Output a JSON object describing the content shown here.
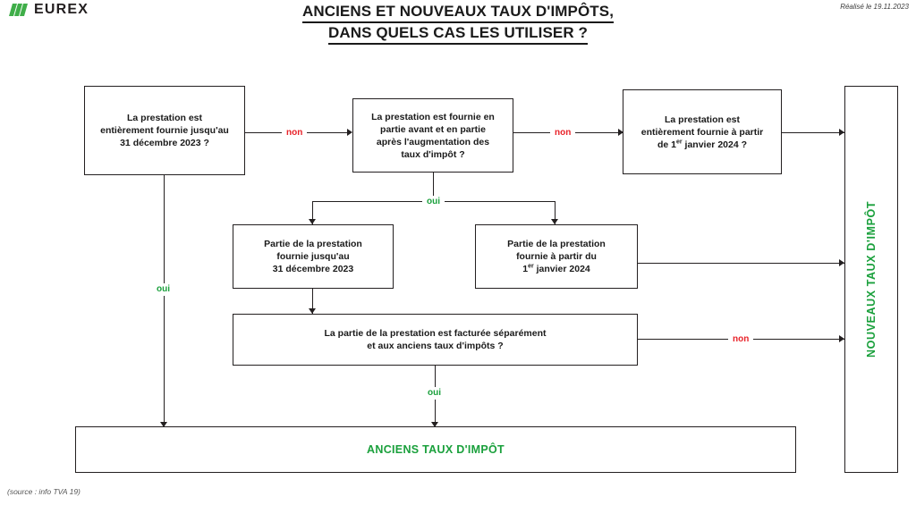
{
  "header": {
    "brand": "EUREX",
    "logo_icon": "eurex-slashes-logo",
    "title_line1": "ANCIENS ET NOUVEAUX TAUX D'IMPÔTS,",
    "title_line2": "DANS QUELS CAS LES UTILISER ?",
    "date_stamp": "Réalisé le 19.11.2023"
  },
  "footer": {
    "source": "(source : info TVA 19)"
  },
  "colors": {
    "green": "#1aa03c",
    "red": "#e8232a",
    "ink": "#231f20"
  },
  "nodes": {
    "q1": {
      "line1": "La prestation est",
      "line2": "entièrement fournie jusqu'au",
      "line3": "31 décembre 2023 ?"
    },
    "q2": {
      "line1": "La prestation est fournie en",
      "line2": "partie avant et en partie",
      "line3": "après l'augmentation des",
      "line4": "taux d'impôt ?"
    },
    "q3": {
      "line1": "La prestation est",
      "line2": "entièrement fournie à partir",
      "line3_pre": "de 1",
      "line3_sup": "er",
      "line3_post": " janvier 2024 ?"
    },
    "part_old": {
      "line1": "Partie de la prestation",
      "line2": "fournie jusqu'au",
      "line3": "31 décembre 2023"
    },
    "part_new": {
      "line1": "Partie de la prestation",
      "line2": "fournie à partir du",
      "line3_pre": "1",
      "line3_sup": "er",
      "line3_post": " janvier 2024"
    },
    "q4": {
      "line1": "La partie de la prestation est facturée séparément",
      "line2": "et aux anciens taux d'impôts ?"
    },
    "result_old": {
      "label": "ANCIENS TAUX D'IMPÔT"
    },
    "result_new": {
      "label": "NOUVEAUX TAUX D'IMPÔT"
    }
  },
  "edges": {
    "q1_to_q2_label": "non",
    "q2_to_q3_label": "non",
    "q1_yes_label": "oui",
    "q2_yes_label": "oui",
    "q4_yes_label": "oui",
    "q4_no_label": "non"
  }
}
